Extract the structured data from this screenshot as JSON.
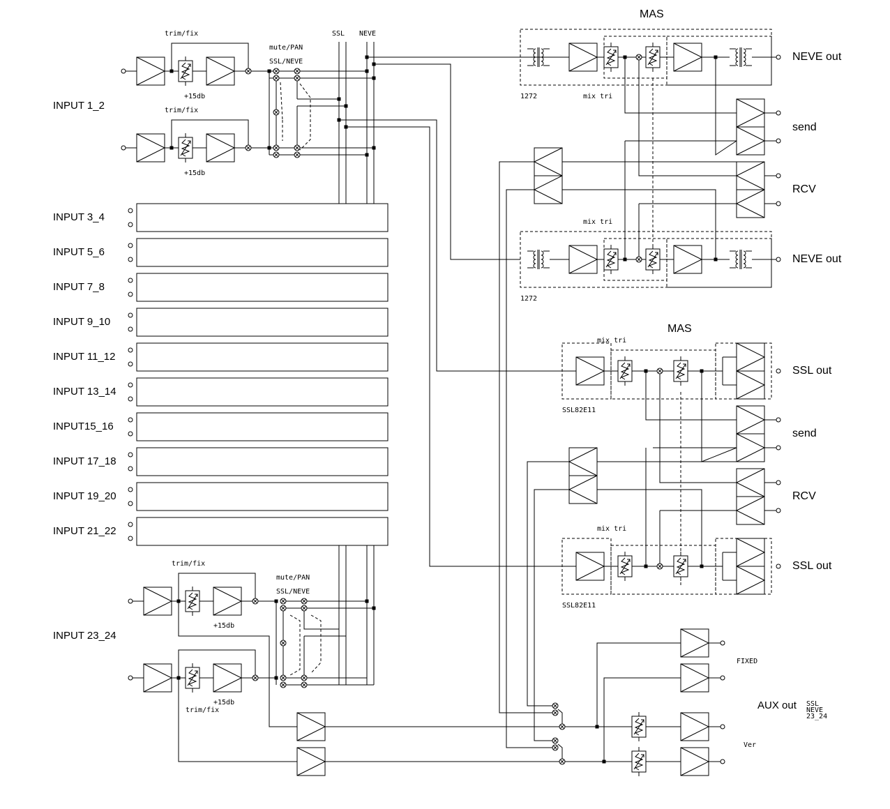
{
  "labels": {
    "input_1_2": "INPUT 1_2",
    "input_3_4": "INPUT 3_4",
    "input_5_6": "INPUT 5_6",
    "input_7_8": "INPUT 7_8",
    "input_9_10": "INPUT 9_10",
    "input_11_12": "INPUT 11_12",
    "input_13_14": "INPUT 13_14",
    "input_15_16": "INPUT15_16",
    "input_17_18": "INPUT 17_18",
    "input_19_20": "INPUT 19_20",
    "input_21_22": "INPUT 21_22",
    "input_23_24": "INPUT 23_24",
    "trim_fix": "trim/fix",
    "plus15db": "+15db",
    "mute_pan": "mute/PAN",
    "ssl_neve_bus": "SSL/NEVE",
    "ssl": "SSL",
    "neve": "NEVE",
    "mas": "MAS",
    "neve_out": "NEVE out",
    "ssl_out": "SSL out",
    "send": "send",
    "rcv": "RCV",
    "mix_tri": "mix tri",
    "model_1272": "1272",
    "model_ssl": "SSL82E11",
    "fixed": "FIXED",
    "aux_out": "AUX out",
    "aux_src_1": "SSL",
    "aux_src_2": "NEVE",
    "aux_src_3": "23_24",
    "ver": "Ver"
  }
}
